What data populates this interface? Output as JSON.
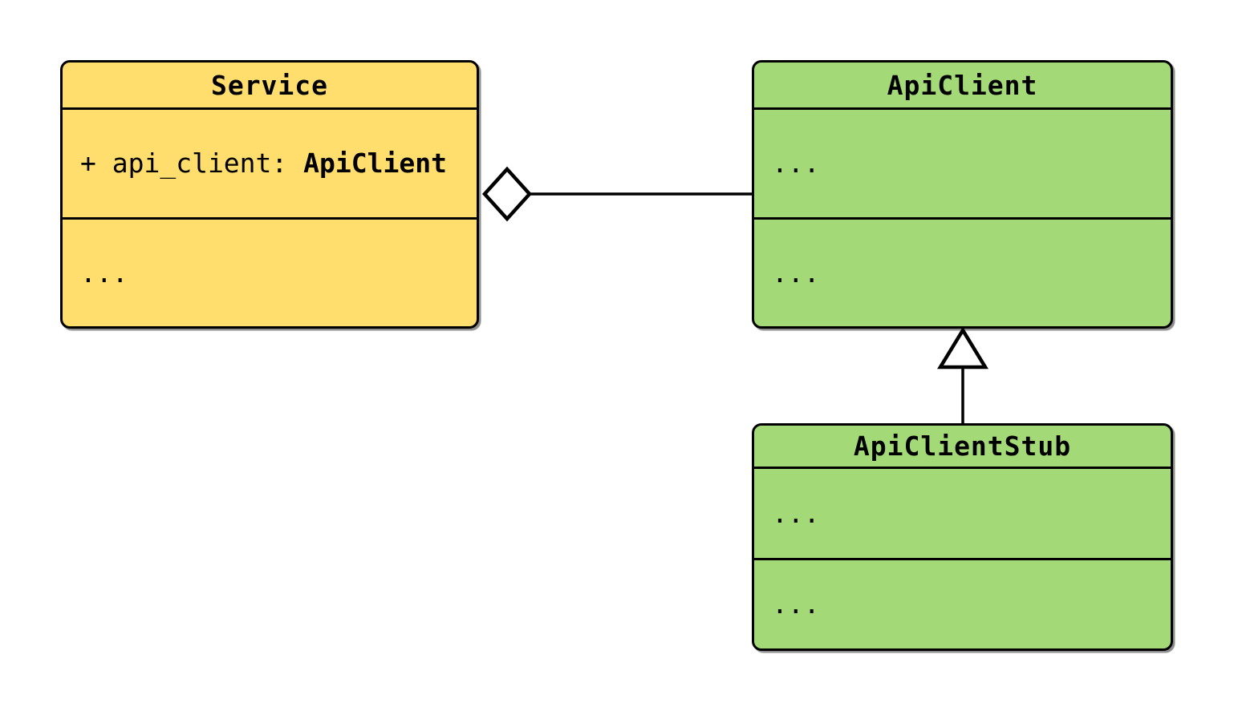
{
  "diagram_type": "UML class diagram",
  "colors": {
    "service_fill": "#FFDE6E",
    "api_fill": "#A3D977",
    "stroke": "#000000",
    "background": "#FFFFFF"
  },
  "classes": {
    "service": {
      "name": "Service",
      "attribute_prefix": "+ api_client: ",
      "attribute_type": "ApiClient",
      "methods_placeholder": "..."
    },
    "api_client": {
      "name": "ApiClient",
      "attributes_placeholder": "...",
      "methods_placeholder": "..."
    },
    "api_client_stub": {
      "name": "ApiClientStub",
      "attributes_placeholder": "...",
      "methods_placeholder": "..."
    }
  },
  "relationships": [
    {
      "type": "aggregation",
      "owner": "Service",
      "part": "ApiClient",
      "marker": "hollow-diamond"
    },
    {
      "type": "inheritance",
      "parent": "ApiClient",
      "child": "ApiClientStub",
      "marker": "hollow-triangle"
    }
  ]
}
